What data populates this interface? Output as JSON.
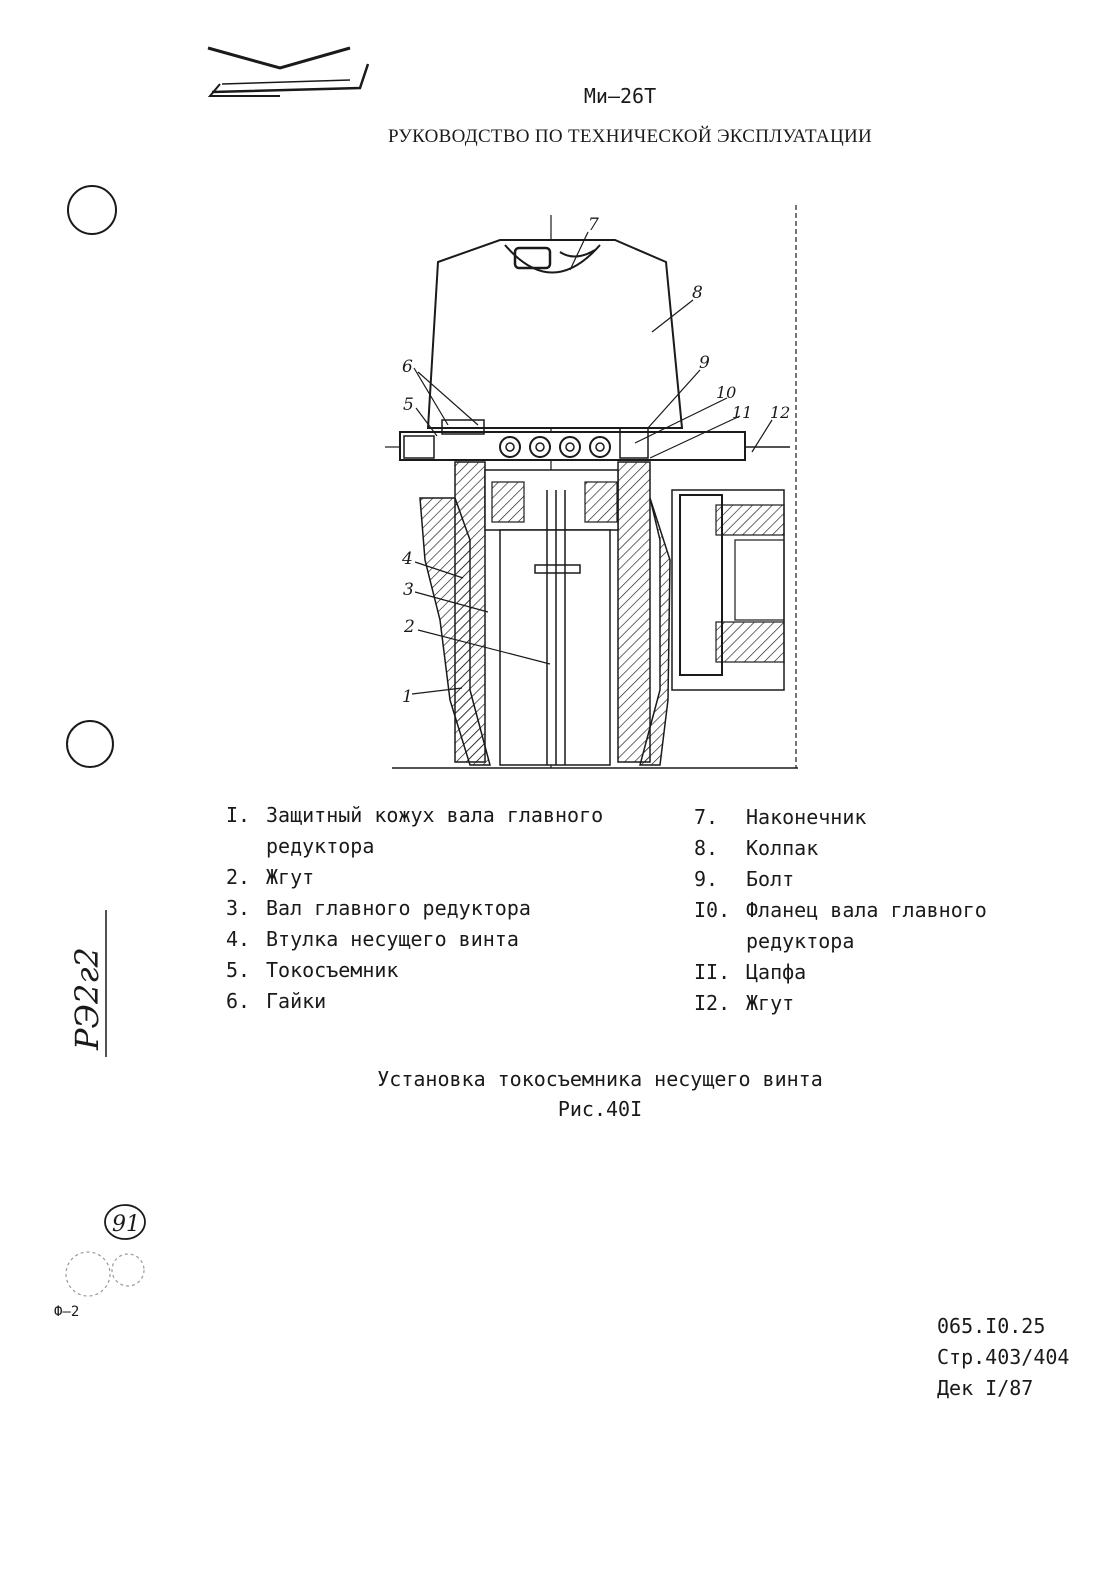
{
  "header": {
    "model": "Ми–26Т",
    "manual": "РУКОВОДСТВО ПО ТЕХНИЧЕСКОЙ ЭКСПЛУАТАЦИИ"
  },
  "figure": {
    "callouts": [
      "1",
      "2",
      "3",
      "4",
      "5",
      "6",
      "7",
      "8",
      "9",
      "10",
      "11",
      "12"
    ]
  },
  "legend": {
    "left": [
      {
        "num": "I.",
        "text": "Защитный кожух вала главного",
        "cont": "редуктора"
      },
      {
        "num": "2.",
        "text": "Жгут"
      },
      {
        "num": "3.",
        "text": "Вал главного редуктора"
      },
      {
        "num": "4.",
        "text": "Втулка несущего винта"
      },
      {
        "num": "5.",
        "text": "Токосъемник"
      },
      {
        "num": "6.",
        "text": "Гайки"
      }
    ],
    "right": [
      {
        "num": "7.",
        "text": "Наконечник"
      },
      {
        "num": "8.",
        "text": "Колпак"
      },
      {
        "num": "9.",
        "text": "Болт"
      },
      {
        "num": "I0.",
        "text": "Фланец вала главного",
        "cont": "редуктора"
      },
      {
        "num": "II.",
        "text": "Цапфа"
      },
      {
        "num": "I2.",
        "text": "Жгут"
      }
    ]
  },
  "caption": {
    "title": "Установка токосъемника несущего винта",
    "figure_number": "Рис.40I"
  },
  "doc_info": {
    "code": "065.I0.25",
    "pages": "Стр.403/404",
    "date": "Дек I/87"
  },
  "form_mark": "Ф–2",
  "side_code": "РЭ2г2",
  "page_stamp": "91"
}
